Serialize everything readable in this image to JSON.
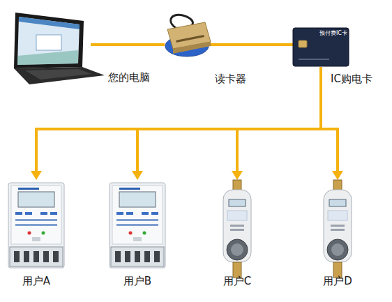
{
  "diagram": {
    "nodes": [
      {
        "text": [
          "您的电脑"
        ]
      },
      {
        "text": [
          "读卡器"
        ]
      },
      {
        "text": [
          "IC购电卡"
        ]
      },
      {
        "text": [
          "用户A"
        ]
      },
      {
        "text": [
          "用户B"
        ]
      },
      {
        "text": [
          "用户C"
        ]
      },
      {
        "text": [
          "用户D"
        ]
      }
    ],
    "edges": [
      {
        "from": 0,
        "to": 1,
        "arrow": "none"
      },
      {
        "from": 1,
        "to": 2,
        "arrow": "none"
      },
      {
        "from": 2,
        "to": 3,
        "arrow": "to"
      },
      {
        "from": 2,
        "to": 4,
        "arrow": "to"
      },
      {
        "from": 2,
        "to": 5,
        "arrow": "to"
      },
      {
        "from": 2,
        "to": 6,
        "arrow": "to"
      }
    ],
    "labels": [
      "预付费IC卡"
    ]
  }
}
